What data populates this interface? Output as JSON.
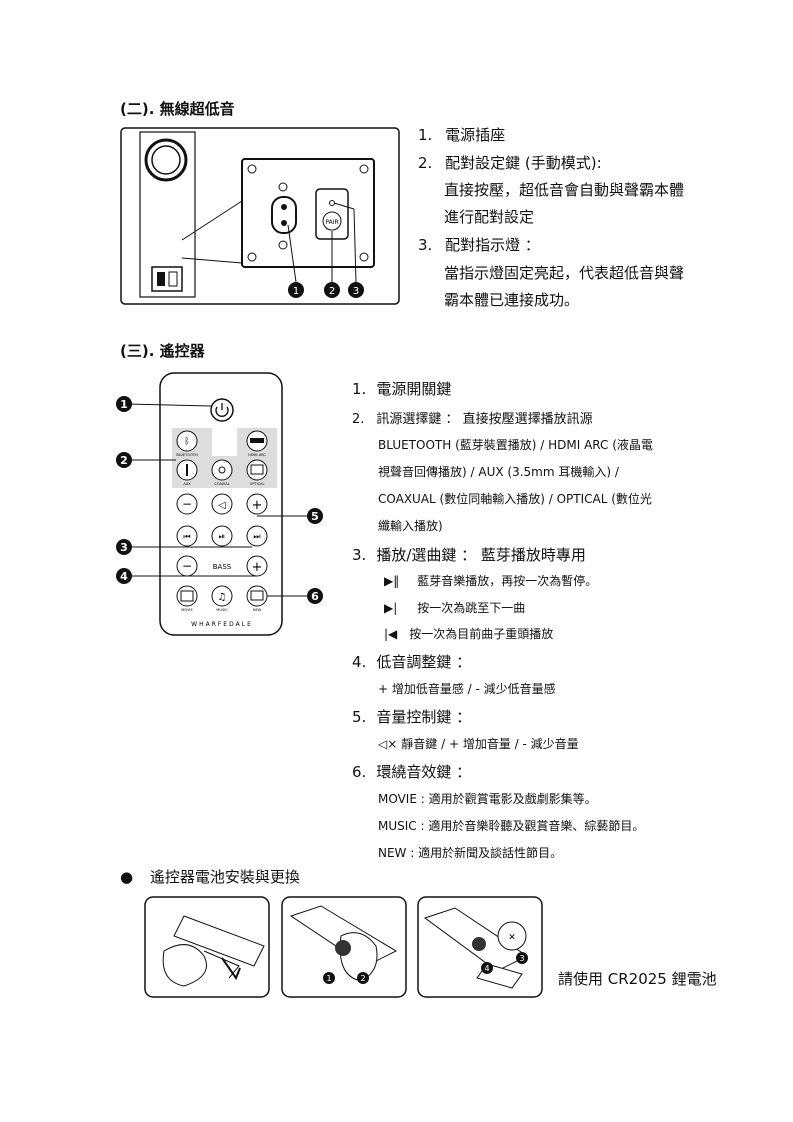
{
  "section2": {
    "title": "(二). 無線超低音",
    "items": [
      {
        "num": "1.",
        "text": "電源插座"
      },
      {
        "num": "2.",
        "text": "配對設定鍵 (手動模式):"
      },
      {
        "num": "",
        "text": "直接按壓，超低音會自動與聲霸本體"
      },
      {
        "num": "",
        "text": "進行配對設定"
      },
      {
        "num": "3.",
        "text": "配對指示燈 ："
      },
      {
        "num": "",
        "text": "當指示燈固定亮起，代表超低音與聲"
      },
      {
        "num": "",
        "text": "霸本體已連接成功。"
      }
    ],
    "diagram": {
      "pair_label": "PAIR",
      "callouts": [
        "1",
        "2",
        "3"
      ]
    }
  },
  "section3": {
    "title": "(三). 遙控器",
    "remote": {
      "labels": [
        "BLUETOOTH",
        "HDMI ARC",
        "AUX",
        "COAXIAL",
        "OPTICAL",
        "BASS",
        "MOVIE",
        "MUSIC",
        "NEW"
      ],
      "brand": "WHARFEDALE",
      "callouts": [
        "1",
        "2",
        "3",
        "4",
        "5",
        "6"
      ]
    },
    "items": {
      "i1": {
        "num": "1.",
        "text": "電源開關鍵"
      },
      "i2": {
        "num": "2.",
        "text": "訊源選擇鍵 ： 直接按壓選擇播放訊源"
      },
      "i2_l1": "BLUETOOTH (藍芽裝置播放) / HDMI ARC (液晶電",
      "i2_l2": "視聲音回傳播放) / AUX (3.5mm 耳機輸入) /",
      "i2_l3": "COAXUAL (數位同軸輸入播放) / OPTICAL (數位光",
      "i2_l4": "纖輸入播放)",
      "i3": {
        "num": "3.",
        "text": "播放/選曲鍵 ： 藍芽播放時專用"
      },
      "i3_a": "藍芽音樂播放，再按一次為暫停。",
      "i3_b": "按一次為跳至下一曲",
      "i3_c": "按一次為目前曲子重頭播放",
      "i4": {
        "num": "4.",
        "text": "低音調整鍵 ："
      },
      "i4_l1": "+ 增加低音量感 / - 減少低音量感",
      "i5": {
        "num": "5.",
        "text": "音量控制鍵 ："
      },
      "i5_l1": "靜音鍵  /   + 增加音量  / - 減少音量",
      "i6": {
        "num": "6.",
        "text": "環繞音效鍵 ："
      },
      "i6_l1": "MOVIE : 適用於觀賞電影及戲劇影集等。",
      "i6_l2": "MUSIC : 適用於音樂聆聽及觀賞音樂、綜藝節目。",
      "i6_l3": "NEW : 適用於新聞及談話性節目。"
    }
  },
  "battery": {
    "bullet_title": "遙控器電池安裝與更換",
    "note": "請使用 CR2025 鋰電池",
    "step_callouts": [
      "1",
      "2",
      "3",
      "4"
    ]
  }
}
